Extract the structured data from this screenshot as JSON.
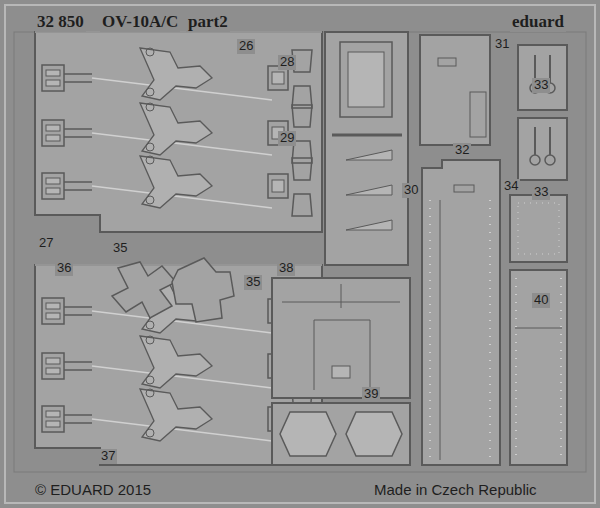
{
  "diagram": {
    "title": "OV-10A/C",
    "labels": [
      "32 850",
      "part2",
      "eduard",
      "26",
      "28",
      "29",
      "31",
      "33",
      "33",
      "32",
      "30",
      "34",
      "27",
      "35",
      "35",
      "36",
      "38",
      "39",
      "40",
      "37",
      "© EDUARD 2015",
      "Made in Czech Republic"
    ]
  }
}
